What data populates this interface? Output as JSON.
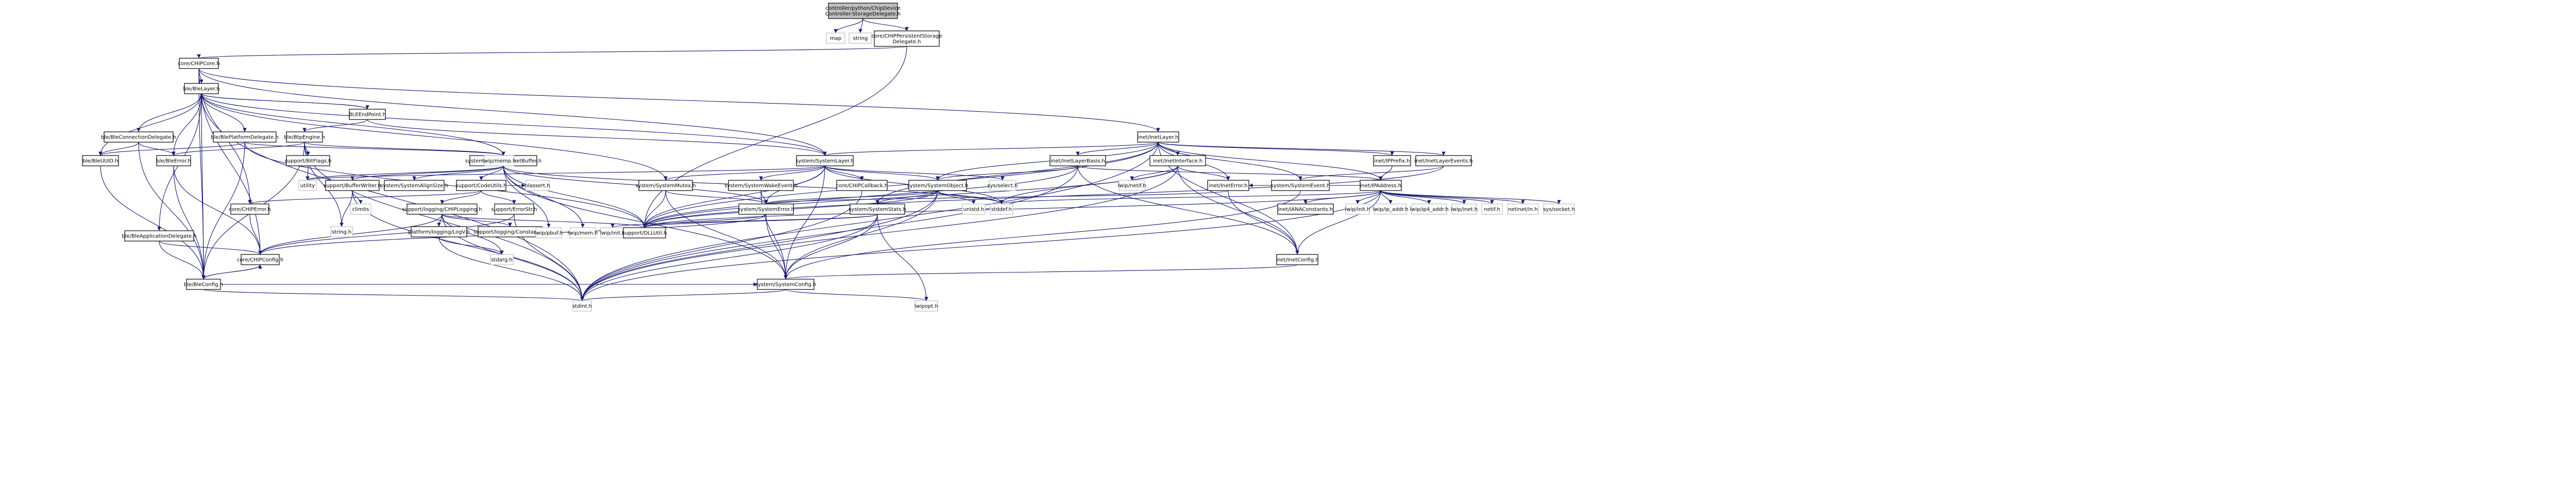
{
  "graph": {
    "nodes": [
      {
        "id": "root",
        "label": [
          "controller/python/ChipDevice",
          "Controller-StorageDelegate.h"
        ],
        "kind": "root"
      },
      {
        "id": "map",
        "label": [
          "map"
        ],
        "kind": "ext"
      },
      {
        "id": "string",
        "label": [
          "string"
        ],
        "kind": "ext"
      },
      {
        "id": "persist",
        "label": [
          "core/CHIPPersistentStorage",
          "Delegate.h"
        ],
        "kind": "file"
      },
      {
        "id": "chipcore",
        "label": [
          "core/CHIPCore.h"
        ],
        "kind": "file"
      },
      {
        "id": "blelayer",
        "label": [
          "ble/BleLayer.h"
        ],
        "kind": "file"
      },
      {
        "id": "bleendpoint",
        "label": [
          "BLEEndPoint.h"
        ],
        "kind": "file"
      },
      {
        "id": "btpengine",
        "label": [
          "ble/BtpEngine.h"
        ],
        "kind": "file"
      },
      {
        "id": "bleconn",
        "label": [
          "ble/BleConnectionDelegate.h"
        ],
        "kind": "file"
      },
      {
        "id": "bleplat",
        "label": [
          "ble/BlePlatformDelegate.h"
        ],
        "kind": "file"
      },
      {
        "id": "bleuuid",
        "label": [
          "ble/BleUUID.h"
        ],
        "kind": "file"
      },
      {
        "id": "bleerror",
        "label": [
          "ble/BleError.h"
        ],
        "kind": "file"
      },
      {
        "id": "bleapp",
        "label": [
          "ble/BleApplicationDelegate.h"
        ],
        "kind": "file"
      },
      {
        "id": "bleconfig",
        "label": [
          "ble/BleConfig.h"
        ],
        "kind": "file"
      },
      {
        "id": "bitflags",
        "label": [
          "support/BitFlags.h"
        ],
        "kind": "file"
      },
      {
        "id": "utility",
        "label": [
          "utility"
        ],
        "kind": "ext"
      },
      {
        "id": "spb",
        "label": [
          "system/SystemPacketBuffer.h"
        ],
        "kind": "file"
      },
      {
        "id": "bufwriter",
        "label": [
          "support/BufferWriter.h"
        ],
        "kind": "file"
      },
      {
        "id": "climits",
        "label": [
          "climits"
        ],
        "kind": "ext"
      },
      {
        "id": "string_h",
        "label": [
          "string.h"
        ],
        "kind": "ext"
      },
      {
        "id": "alignsize",
        "label": [
          "system/SystemAlignSize.h"
        ],
        "kind": "file"
      },
      {
        "id": "codeutils",
        "label": [
          "support/CodeUtils.h"
        ],
        "kind": "file"
      },
      {
        "id": "lwipmemp",
        "label": [
          "lwip/memp.h"
        ],
        "kind": "ext"
      },
      {
        "id": "chiplogging",
        "label": [
          "support/logging/CHIPLogging.h"
        ],
        "kind": "file"
      },
      {
        "id": "errorstr",
        "label": [
          "support/ErrorStr.h"
        ],
        "kind": "file"
      },
      {
        "id": "nlassert",
        "label": [
          "nlassert.h"
        ],
        "kind": "ext"
      },
      {
        "id": "chiperror",
        "label": [
          "core/CHIPError.h"
        ],
        "kind": "file"
      },
      {
        "id": "chipconfig",
        "label": [
          "core/CHIPConfig.h"
        ],
        "kind": "file"
      },
      {
        "id": "platlogging",
        "label": [
          "platform/logging/LogV.h"
        ],
        "kind": "file"
      },
      {
        "id": "logconst",
        "label": [
          "support/logging/Constants.h"
        ],
        "kind": "file"
      },
      {
        "id": "stdarg",
        "label": [
          "stdarg.h"
        ],
        "kind": "ext"
      },
      {
        "id": "lwippbuf",
        "label": [
          "lwip/pbuf.h"
        ],
        "kind": "ext"
      },
      {
        "id": "lwipmem",
        "label": [
          "lwip/mem.h"
        ],
        "kind": "ext"
      },
      {
        "id": "lwipinit",
        "label": [
          "lwip/init.h"
        ],
        "kind": "ext"
      },
      {
        "id": "dllutil",
        "label": [
          "support/DLLUtil.h"
        ],
        "kind": "file"
      },
      {
        "id": "syslayer",
        "label": [
          "system/SystemLayer.h"
        ],
        "kind": "file"
      },
      {
        "id": "sysmutex",
        "label": [
          "system/SystemMutex.h"
        ],
        "kind": "file"
      },
      {
        "id": "syserror",
        "label": [
          "system/SystemError.h"
        ],
        "kind": "file"
      },
      {
        "id": "syswake",
        "label": [
          "system/SystemWakeEvent.h"
        ],
        "kind": "file"
      },
      {
        "id": "chipcallback",
        "label": [
          "core/CHIPCallback.h"
        ],
        "kind": "file"
      },
      {
        "id": "sysobject",
        "label": [
          "system/SystemObject.h"
        ],
        "kind": "file"
      },
      {
        "id": "sysstats",
        "label": [
          "system/SystemStats.h"
        ],
        "kind": "file"
      },
      {
        "id": "unistd",
        "label": [
          "unistd.h"
        ],
        "kind": "ext"
      },
      {
        "id": "stddef",
        "label": [
          "stddef.h"
        ],
        "kind": "ext"
      },
      {
        "id": "sysselect",
        "label": [
          "sys/select.h"
        ],
        "kind": "ext"
      },
      {
        "id": "sysconfig",
        "label": [
          "system/SystemConfig.h"
        ],
        "kind": "file"
      },
      {
        "id": "lwipopt",
        "label": [
          "lwipopt.h"
        ],
        "kind": "ext"
      },
      {
        "id": "stdint",
        "label": [
          "stdint.h"
        ],
        "kind": "ext"
      },
      {
        "id": "inetlayer",
        "label": [
          "inet/InetLayer.h"
        ],
        "kind": "file"
      },
      {
        "id": "inetlayerbasis",
        "label": [
          "inet/InetLayerBasis.h"
        ],
        "kind": "file"
      },
      {
        "id": "inetinterface",
        "label": [
          "inet/InetInterface.h"
        ],
        "kind": "file"
      },
      {
        "id": "lwipnetif",
        "label": [
          "lwip/netif.h"
        ],
        "kind": "ext"
      },
      {
        "id": "ineterror",
        "label": [
          "inet/InetError.h"
        ],
        "kind": "file"
      },
      {
        "id": "sysevent",
        "label": [
          "system/SystemEvent.h"
        ],
        "kind": "file"
      },
      {
        "id": "ipprefix",
        "label": [
          "inet/IPPrefix.h"
        ],
        "kind": "file"
      },
      {
        "id": "inetevents",
        "label": [
          "inet/InetLayerEvents.h"
        ],
        "kind": "file"
      },
      {
        "id": "ipaddress",
        "label": [
          "inet/IPAddress.h"
        ],
        "kind": "file"
      },
      {
        "id": "ianaconst",
        "label": [
          "inet/IANAConstants.h"
        ],
        "kind": "file"
      },
      {
        "id": "inetconfig",
        "label": [
          "inet/InetConfig.h"
        ],
        "kind": "file"
      },
      {
        "id": "lwipinit2",
        "label": [
          "lwip/init.h"
        ],
        "kind": "ext"
      },
      {
        "id": "lwipipaddr",
        "label": [
          "lwip/ip_addr.h"
        ],
        "kind": "ext"
      },
      {
        "id": "lwipip4",
        "label": [
          "lwip/ip4_addr.h"
        ],
        "kind": "ext"
      },
      {
        "id": "lwipinet",
        "label": [
          "lwip/inet.h"
        ],
        "kind": "ext"
      },
      {
        "id": "netif_h",
        "label": [
          "netif.h"
        ],
        "kind": "ext"
      },
      {
        "id": "netinetin",
        "label": [
          "netinet/in.h"
        ],
        "kind": "ext"
      },
      {
        "id": "syssocket",
        "label": [
          "sys/socket.h"
        ],
        "kind": "ext"
      }
    ]
  }
}
